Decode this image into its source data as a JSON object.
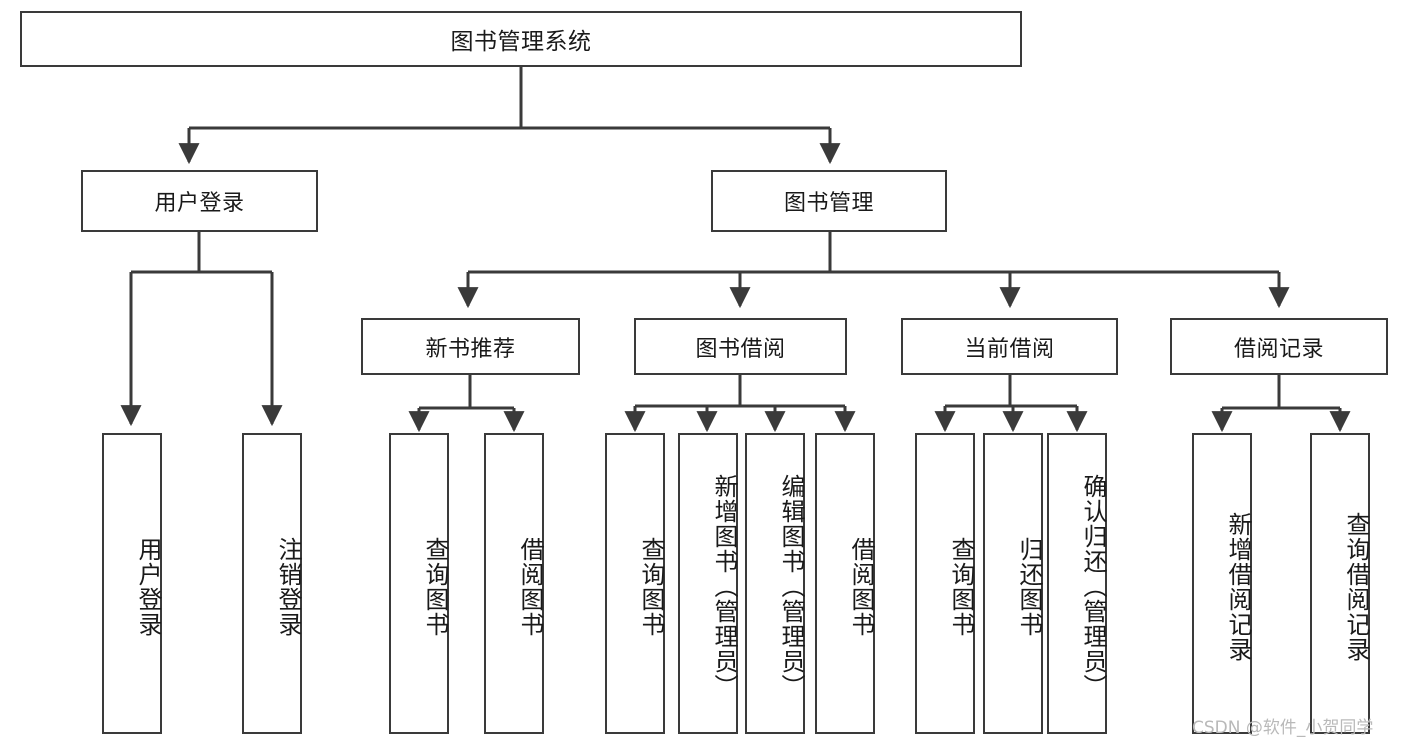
{
  "diagram": {
    "title": "图书管理系统",
    "watermark": "CSDN @软件_小贺同学",
    "colors": {
      "box_border": "#3a3a3a",
      "line": "#3a3a3a",
      "text": "#1a1a1a",
      "background": "#ffffff",
      "watermark": "#b9b9b9"
    },
    "root": {
      "label": "图书管理系统"
    },
    "level2": [
      {
        "label": "用户登录"
      },
      {
        "label": "图书管理"
      }
    ],
    "level3": [
      {
        "label": "新书推荐"
      },
      {
        "label": "图书借阅"
      },
      {
        "label": "当前借阅"
      },
      {
        "label": "借阅记录"
      }
    ],
    "leaves": {
      "user_login": [
        {
          "label": "用户登录"
        },
        {
          "label": "注销登录"
        }
      ],
      "new_book_recommend": [
        {
          "label": "查询图书"
        },
        {
          "label": "借阅图书"
        }
      ],
      "book_borrow": [
        {
          "label": "查询图书"
        },
        {
          "label": "新增图书（管理员）"
        },
        {
          "label": "编辑图书（管理员）"
        },
        {
          "label": "借阅图书"
        }
      ],
      "current_borrow": [
        {
          "label": "查询图书"
        },
        {
          "label": "归还图书"
        },
        {
          "label": "确认归还（管理员）"
        }
      ],
      "borrow_record": [
        {
          "label": "新增借阅记录"
        },
        {
          "label": "查询借阅记录"
        }
      ]
    }
  }
}
